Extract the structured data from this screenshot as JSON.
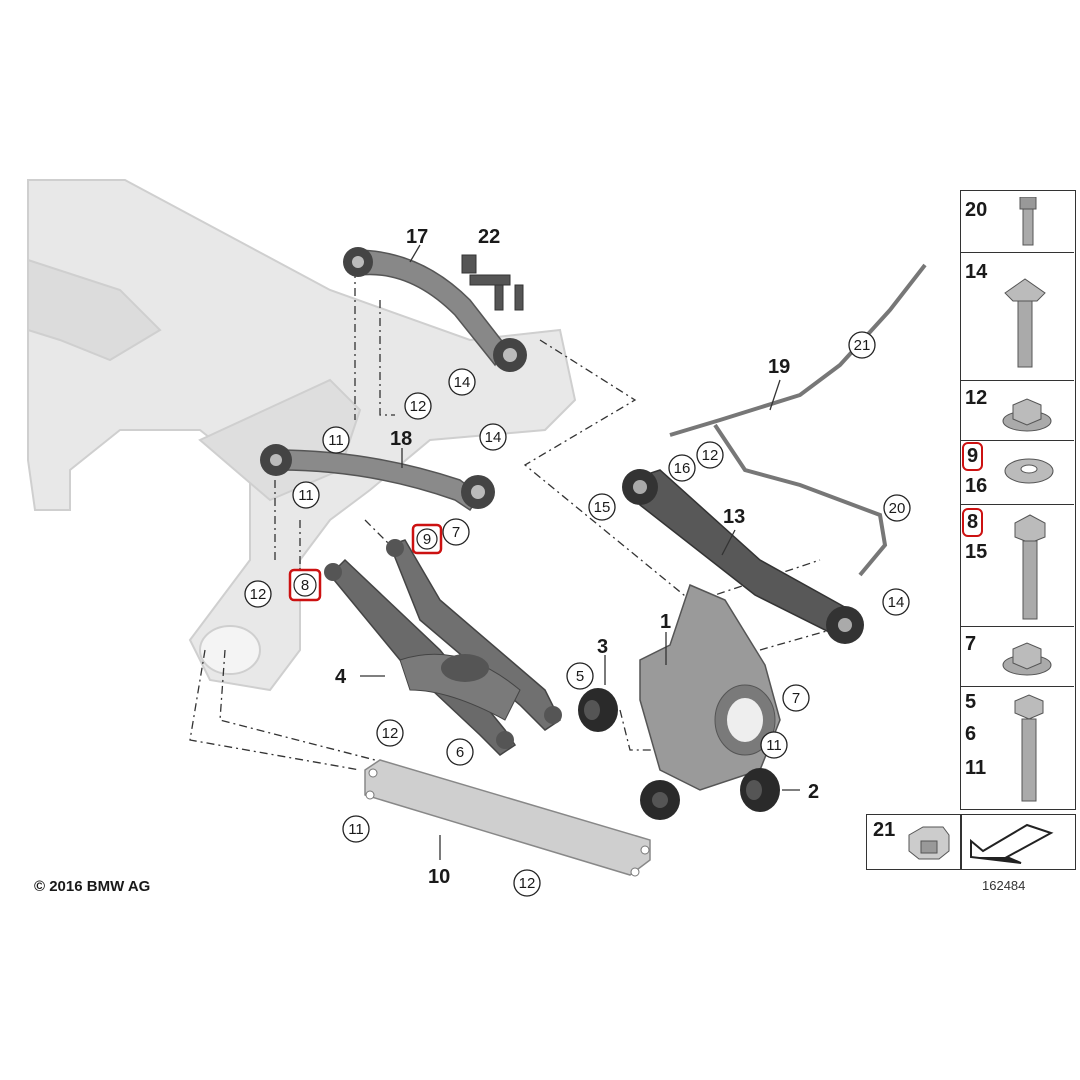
{
  "copyright": "© 2016 BMW AG",
  "part_number": "162484",
  "callouts": {
    "c1": "1",
    "c2": "2",
    "c3": "3",
    "c4": "4",
    "c10": "10",
    "c13": "13",
    "c17": "17",
    "c18": "18",
    "c19": "19",
    "c22": "22"
  },
  "circled": {
    "n14a": "14",
    "n12a": "12",
    "n11a": "11",
    "n14b": "14",
    "n11b": "11",
    "n12b": "12",
    "n8": "8",
    "n9": "9",
    "n7a": "7",
    "n21": "21",
    "n16": "16",
    "n12c": "12",
    "n15": "15",
    "n20": "20",
    "n14c": "14",
    "n5": "5",
    "n6": "6",
    "n7b": "7",
    "n11c": "11",
    "n12d": "12",
    "n11d": "11",
    "n12e": "12"
  },
  "side_table": {
    "r20": "20",
    "r14": "14",
    "r12": "12",
    "r9": "9",
    "r16": "16",
    "r8": "8",
    "r15": "15",
    "r7": "7",
    "r5": "5",
    "r6": "6",
    "r11": "11"
  },
  "bottom_box": {
    "n21": "21"
  },
  "colors": {
    "highlight": "#cc1111",
    "part": "#777777",
    "subframe": "#e6e6e6"
  }
}
